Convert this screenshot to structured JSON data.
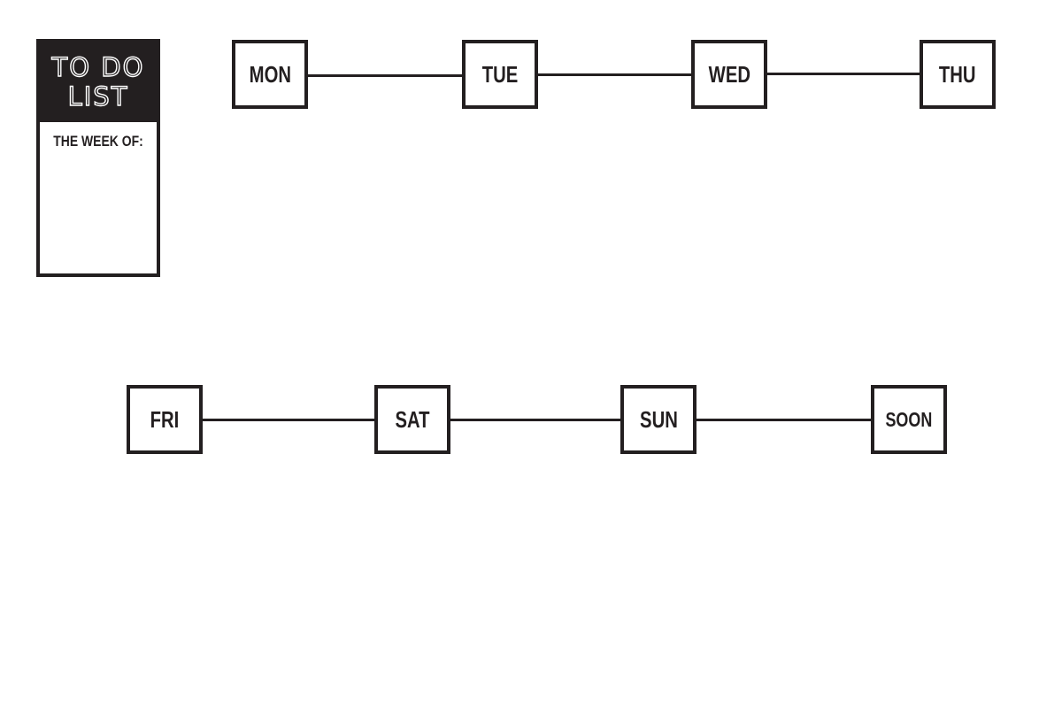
{
  "title_card": {
    "title_line_1": "TO DO",
    "title_line_2": "LIST",
    "week_of_label": "THE WEEK OF:"
  },
  "rows": {
    "top": [
      "MON",
      "TUE",
      "WED",
      "THU"
    ],
    "bottom": [
      "FRI",
      "SAT",
      "SUN",
      "SOON"
    ]
  },
  "colors": {
    "ink": "#231f20",
    "paper": "#ffffff"
  }
}
